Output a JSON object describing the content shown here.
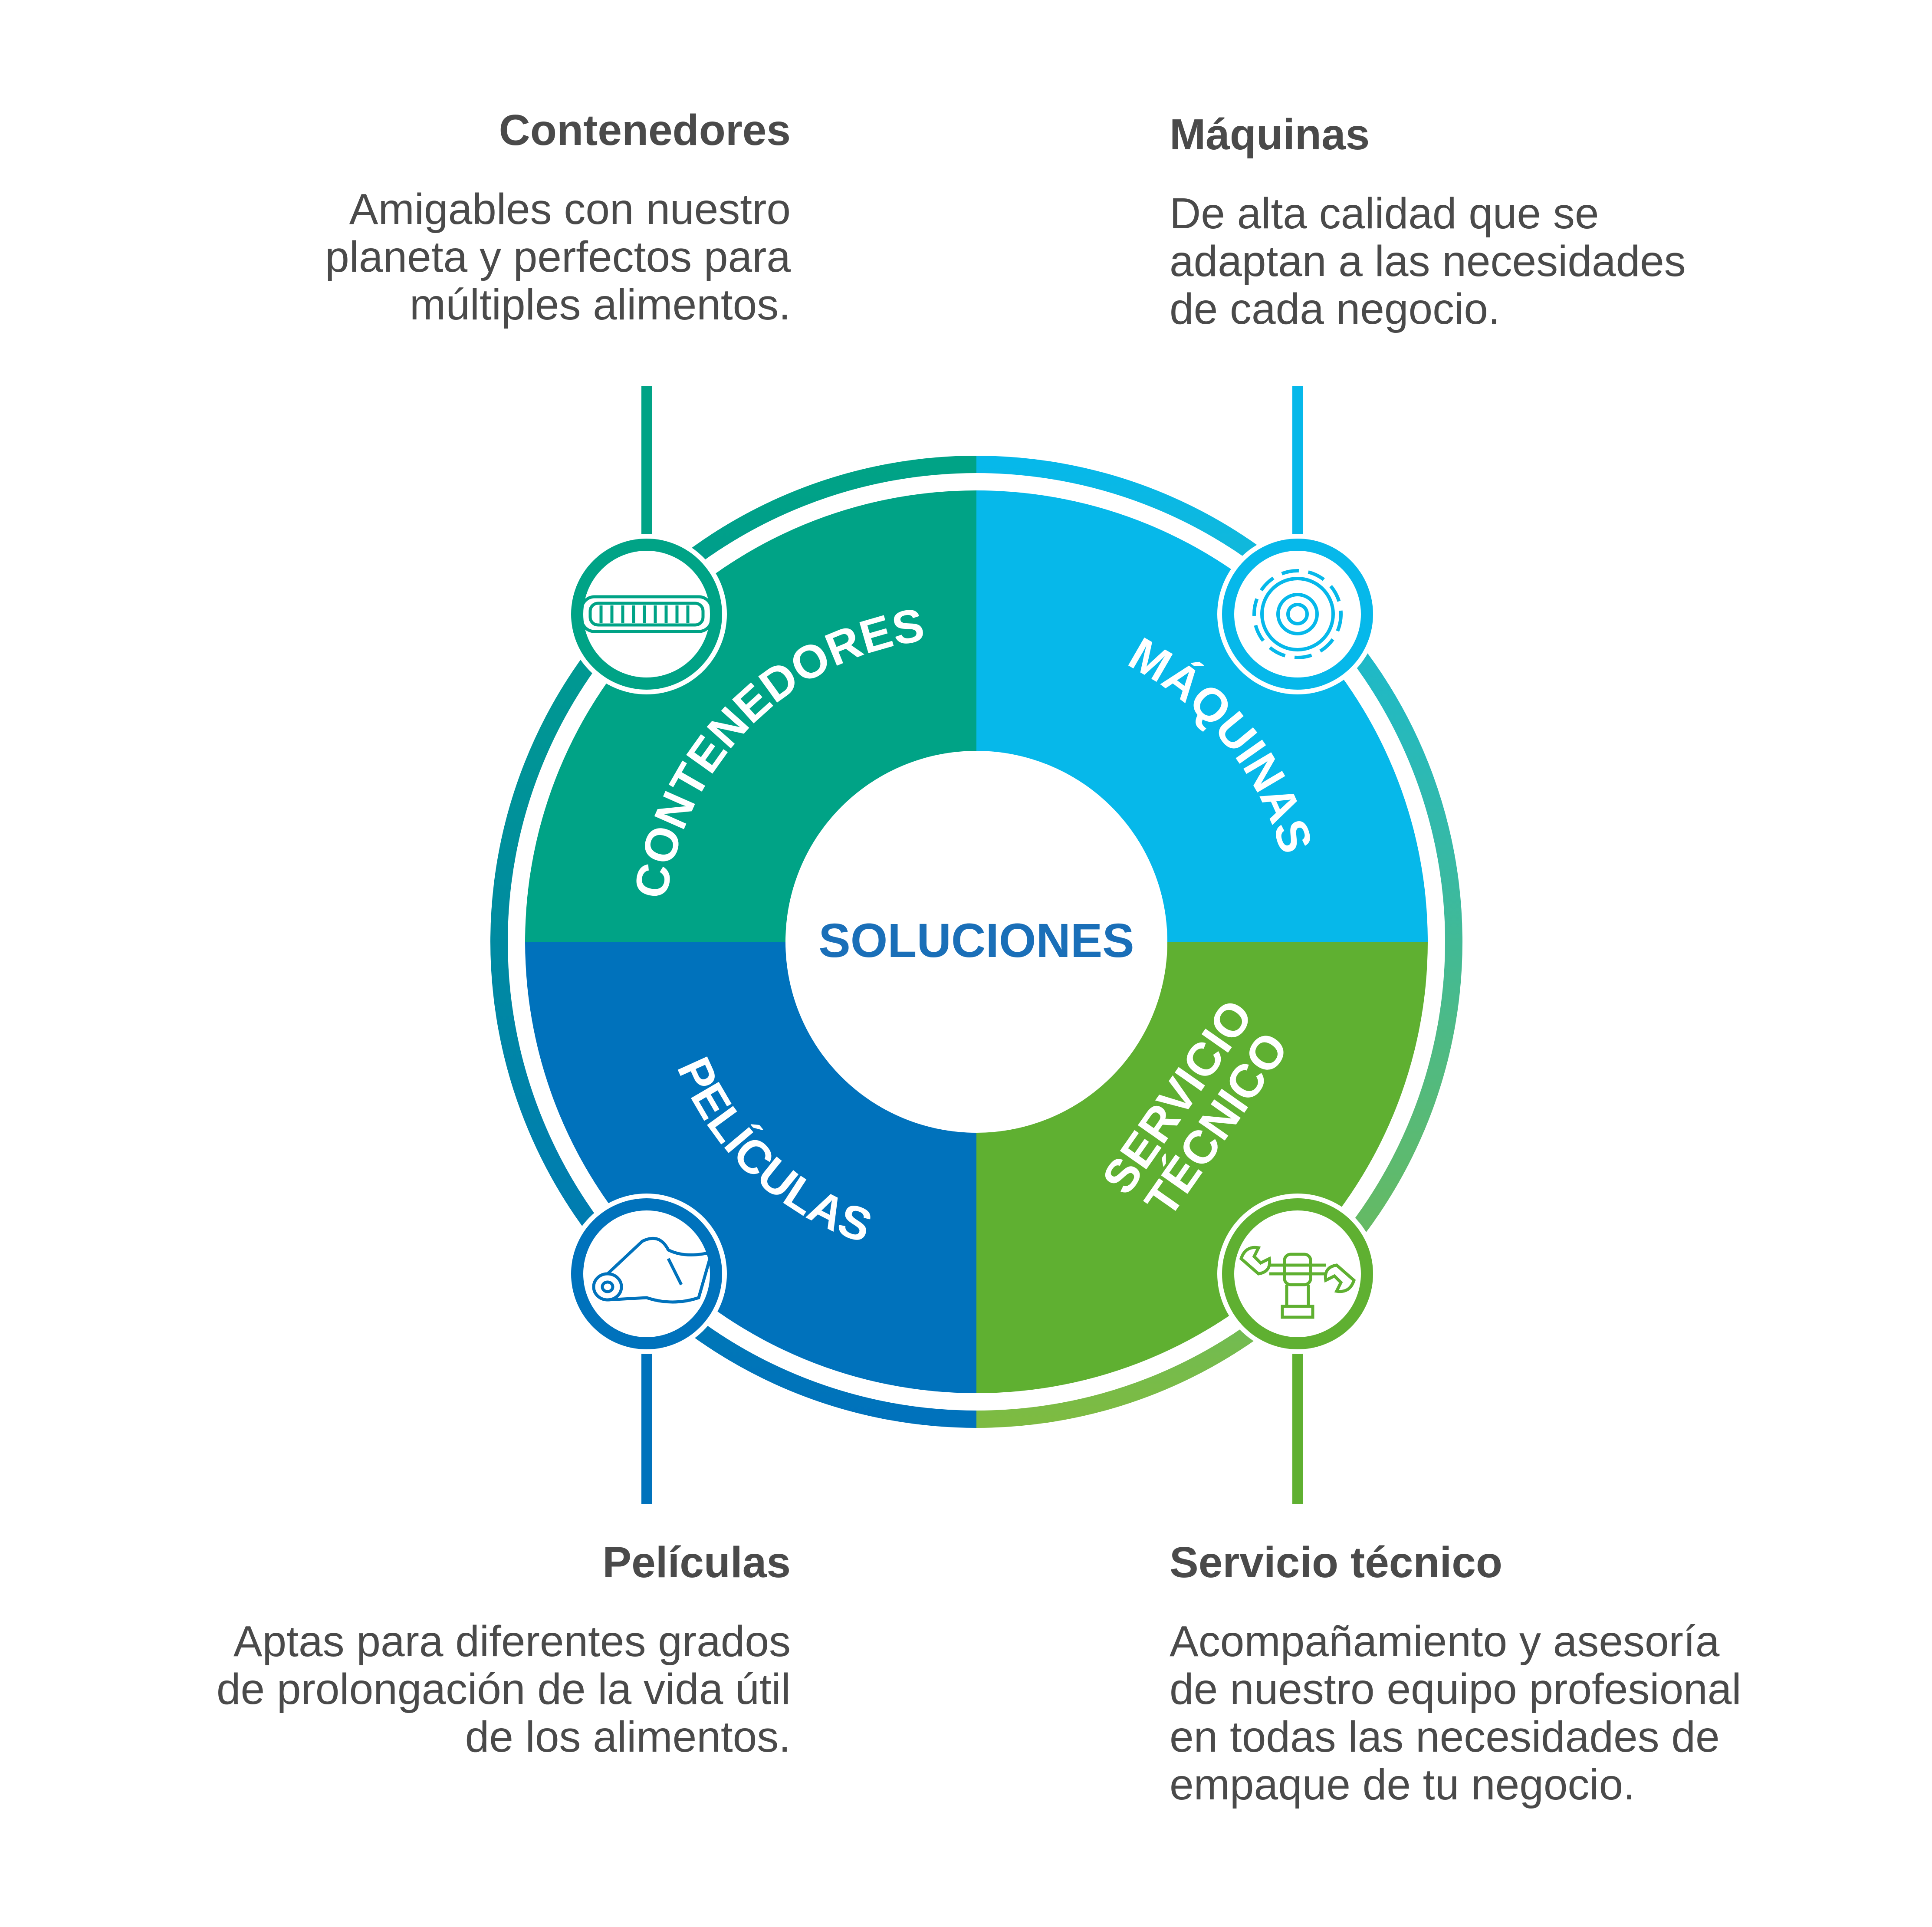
{
  "center_label": "SOLUCIONES",
  "segments": [
    {
      "id": "contenedores",
      "ring_label": "CONTENEDORES",
      "color": "#00a386",
      "icon": "container-tray-icon"
    },
    {
      "id": "maquinas",
      "ring_label": "MÁQUINAS",
      "color": "#06b8ea",
      "icon": "gear-icon"
    },
    {
      "id": "servicio",
      "ring_label_1": "SERVICIO",
      "ring_label_2": "TÉCNICO",
      "color": "#5fb031",
      "icon": "wrench-hand-icon"
    },
    {
      "id": "peliculas",
      "ring_label": "PELÍCULAS",
      "color": "#0072bc",
      "icon": "film-roll-icon"
    }
  ],
  "blocks": {
    "contenedores": {
      "title": "Contenedores",
      "lines": [
        "Amigables con nuestro",
        "planeta y perfectos para",
        "múltiples alimentos."
      ]
    },
    "maquinas": {
      "title": "Máquinas",
      "lines": [
        "De alta calidad que se",
        "adaptan a las necesidades",
        "de cada negocio."
      ]
    },
    "peliculas": {
      "title": "Películas",
      "lines": [
        "Aptas para diferentes grados",
        "de prolongación de la vida útil",
        "de los alimentos."
      ]
    },
    "servicio": {
      "title": "Servicio técnico",
      "lines": [
        "Acompañamiento y asesoría",
        "de nuestro equipo profesional",
        "en todas las necesidades de",
        "empaque de tu negocio."
      ]
    }
  },
  "colors": {
    "text": "#4a4a4a",
    "center_text": "#1a6fb8"
  }
}
